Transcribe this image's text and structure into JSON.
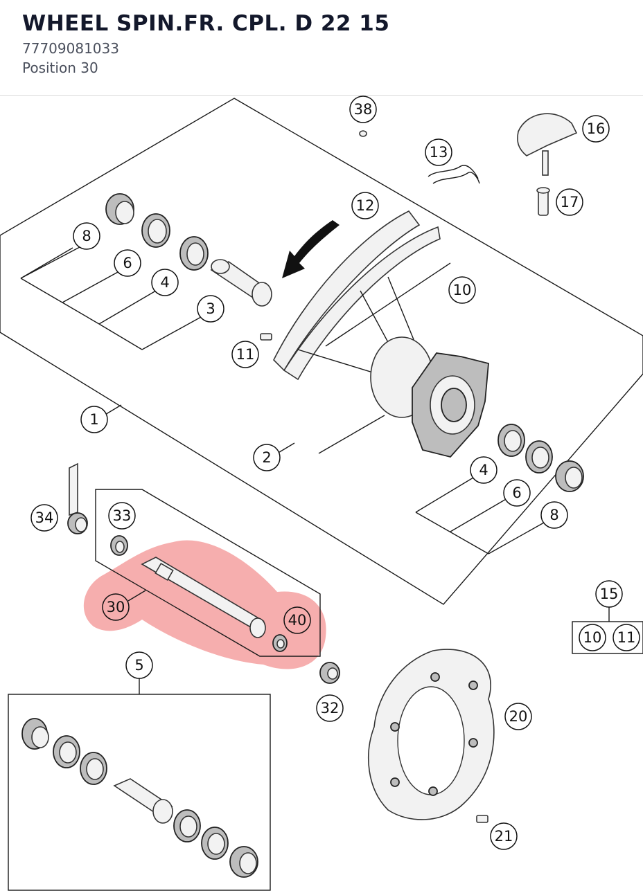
{
  "header": {
    "title": "WHEEL SPIN.FR. CPL. D 22 15",
    "part_number": "77709081033",
    "position": "Position 30"
  },
  "highlight": {
    "color": "#ee6b6b",
    "selected_callouts": [
      "30",
      "40"
    ]
  },
  "callouts": {
    "c38": "38",
    "c16": "16",
    "c13": "13",
    "c17": "17",
    "c12": "12",
    "c8a": "8",
    "c6a": "6",
    "c4a": "4",
    "c3": "3",
    "c10a": "10",
    "c11a": "11",
    "c1": "1",
    "c2": "2",
    "c4b": "4",
    "c6b": "6",
    "c8b": "8",
    "c34": "34",
    "c33": "33",
    "c30": "30",
    "c40": "40",
    "c15": "15",
    "c10b": "10",
    "c11b": "11",
    "c5": "5",
    "c32": "32",
    "c20": "20",
    "c21": "21"
  }
}
